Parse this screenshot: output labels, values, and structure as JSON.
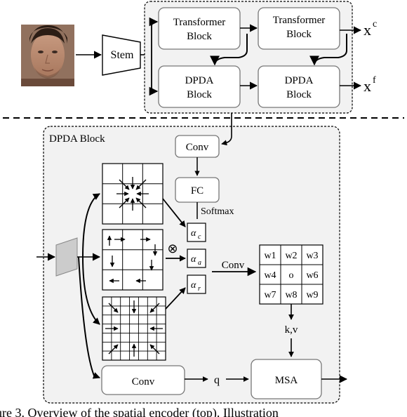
{
  "top": {
    "stem_label": "Stem",
    "transformer_block_line1": "Transformer",
    "transformer_block_line2": "Block",
    "dpda_block_line1": "DPDA",
    "dpda_block_line2": "Block",
    "out_c_base": "x",
    "out_c_sup": "c",
    "out_f_base": "x",
    "out_f_sup": "f",
    "face_image": "face-photo"
  },
  "detail": {
    "title": "DPDA Block",
    "conv_top": "Conv",
    "fc": "FC",
    "softmax": "Softmax",
    "otimes": "⊗",
    "alpha_c": "α",
    "alpha_c_sub": "c",
    "alpha_a": "α",
    "alpha_a_sub": "a",
    "alpha_r": "α",
    "alpha_r_sub": "r",
    "conv_mid": "Conv",
    "weights": [
      "w1",
      "w2",
      "w3",
      "w4",
      "o",
      "w6",
      "w7",
      "w8",
      "w9"
    ],
    "kv": "k,v",
    "conv_bottom": "Conv",
    "q": "q",
    "msa": "MSA"
  },
  "caption": "ure 3.  Overview of the spatial encoder (top).  Illustration"
}
